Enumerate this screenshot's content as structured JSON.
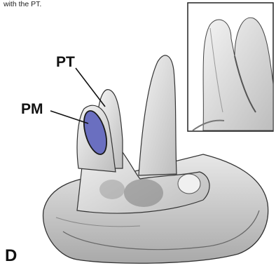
{
  "caption": {
    "text": "with the PT."
  },
  "labels": {
    "pt": "PT",
    "pm": "PM"
  },
  "panel": {
    "letter": "D"
  },
  "colors": {
    "highlight": "#6a6fc0",
    "outline": "#1a1a1a"
  }
}
